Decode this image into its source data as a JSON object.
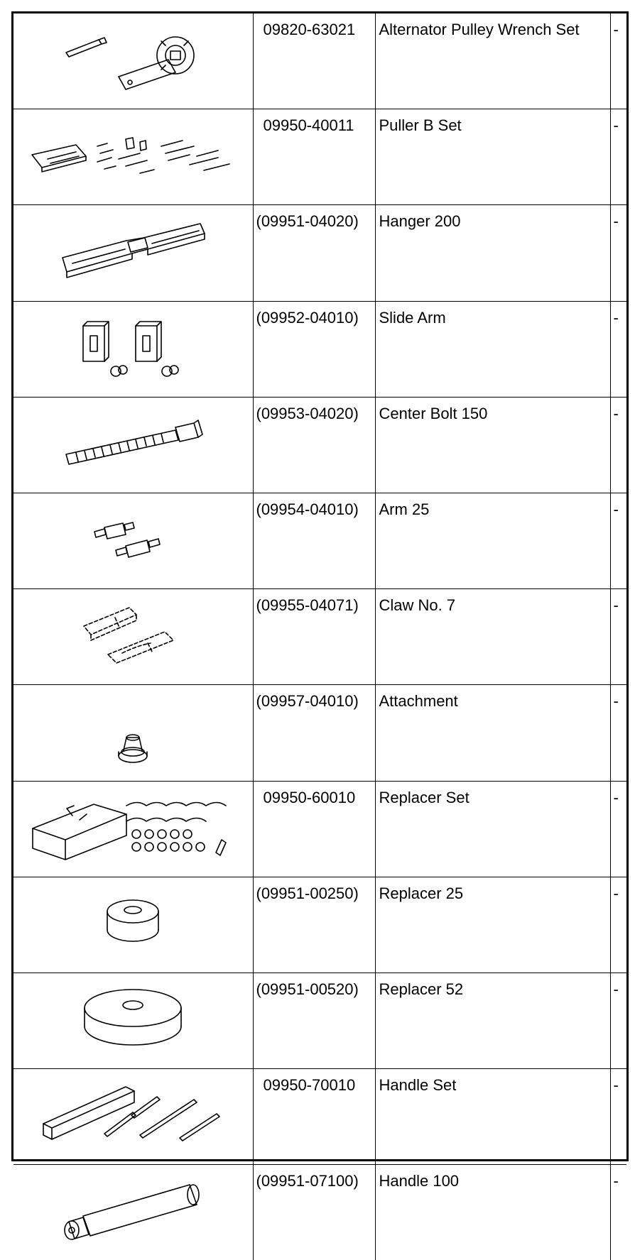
{
  "rows": [
    {
      "number": "09820-63021",
      "name": "Alternator Pulley Wrench Set",
      "mark": "-",
      "icon": "alternator-pulley-wrench-set-icon"
    },
    {
      "number": "09950-40011",
      "name": "Puller B Set",
      "mark": "-",
      "icon": "puller-b-set-icon"
    },
    {
      "number": "(09951-04020)",
      "name": "Hanger 200",
      "mark": "-",
      "icon": "hanger-icon"
    },
    {
      "number": "(09952-04010)",
      "name": "Slide Arm",
      "mark": "-",
      "icon": "slide-arm-icon"
    },
    {
      "number": "(09953-04020)",
      "name": "Center Bolt 150",
      "mark": "-",
      "icon": "center-bolt-icon"
    },
    {
      "number": "(09954-04010)",
      "name": "Arm 25",
      "mark": "-",
      "icon": "arm-icon"
    },
    {
      "number": "(09955-04071)",
      "name": "Claw No. 7",
      "mark": "-",
      "icon": "claw-icon"
    },
    {
      "number": "(09957-04010)",
      "name": "Attachment",
      "mark": "-",
      "icon": "attachment-icon"
    },
    {
      "number": "09950-60010",
      "name": "Replacer Set",
      "mark": "-",
      "icon": "replacer-set-icon"
    },
    {
      "number": "(09951-00250)",
      "name": "Replacer 25",
      "mark": "-",
      "icon": "replacer-25-icon"
    },
    {
      "number": "(09951-00520)",
      "name": "Replacer 52",
      "mark": "-",
      "icon": "replacer-52-icon"
    },
    {
      "number": "09950-70010",
      "name": "Handle Set",
      "mark": "-",
      "icon": "handle-set-icon"
    },
    {
      "number": "(09951-07100)",
      "name": "Handle 100",
      "mark": "-",
      "icon": "handle-icon"
    }
  ]
}
